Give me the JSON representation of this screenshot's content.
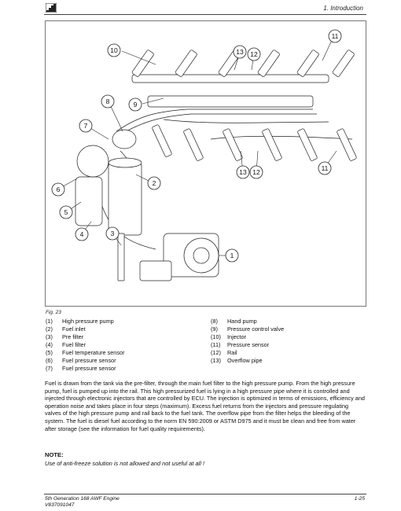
{
  "header": {
    "section_title": "1. Introduction",
    "logo_icon": "stairs-logo-icon"
  },
  "figure": {
    "caption": "Fig. 23",
    "callouts": [
      "10",
      "13",
      "12",
      "11",
      "8",
      "9",
      "7",
      "6",
      "5",
      "4",
      "2",
      "3",
      "1",
      "13",
      "12",
      "11"
    ]
  },
  "legend": {
    "left": [
      {
        "num": "(1)",
        "label": "High pressure pump"
      },
      {
        "num": "(2)",
        "label": "Fuel inlet"
      },
      {
        "num": "(3)",
        "label": "Pre filter"
      },
      {
        "num": "(4)",
        "label": "Fuel filter"
      },
      {
        "num": "(5)",
        "label": "Fuel temperature sensor"
      },
      {
        "num": "(6)",
        "label": "Fuel pressure sensor"
      },
      {
        "num": "(7)",
        "label": "Fuel pressure sensor"
      }
    ],
    "right": [
      {
        "num": "(8)",
        "label": "Hand pump"
      },
      {
        "num": "(9)",
        "label": "Pressure control valve"
      },
      {
        "num": "(10)",
        "label": "Injector"
      },
      {
        "num": "(11)",
        "label": "Pressure sensor"
      },
      {
        "num": "(12)",
        "label": "Rail"
      },
      {
        "num": "(13)",
        "label": "Overflow pipe"
      }
    ]
  },
  "body": {
    "paragraph": "Fuel is drawn from the tank via the pre-filter, through the main fuel filter to the high pressure pump. From the high pressure pump, fuel is pumped up into the rail. This high pressurized fuel is lying in a high pressure pipe where it is controlled and injected through electronic injectors that are controlled by ECU. The injection is optimized in terms of emissions, efficiency and operation noise and takes place in four steps (maximum). Excess fuel returns from the injectors and pressure regulating valves of the high pressure pump and rail back to the fuel tank. The overflow pipe from the filter helps the bleeding of the system. The fuel is diesel fuel according to the norm EN 590:2009 or ASTM D975 and it must be clean and free from water after storage (see the information for fuel quality requirements).",
    "note_label": "NOTE:",
    "note_text": "Use of anti-freeze solution is not allowed and not useful at all !"
  },
  "footer": {
    "title": "5th Generation 168 AWF Engine",
    "doc_number": "V837091047",
    "page_number": "1-25"
  }
}
